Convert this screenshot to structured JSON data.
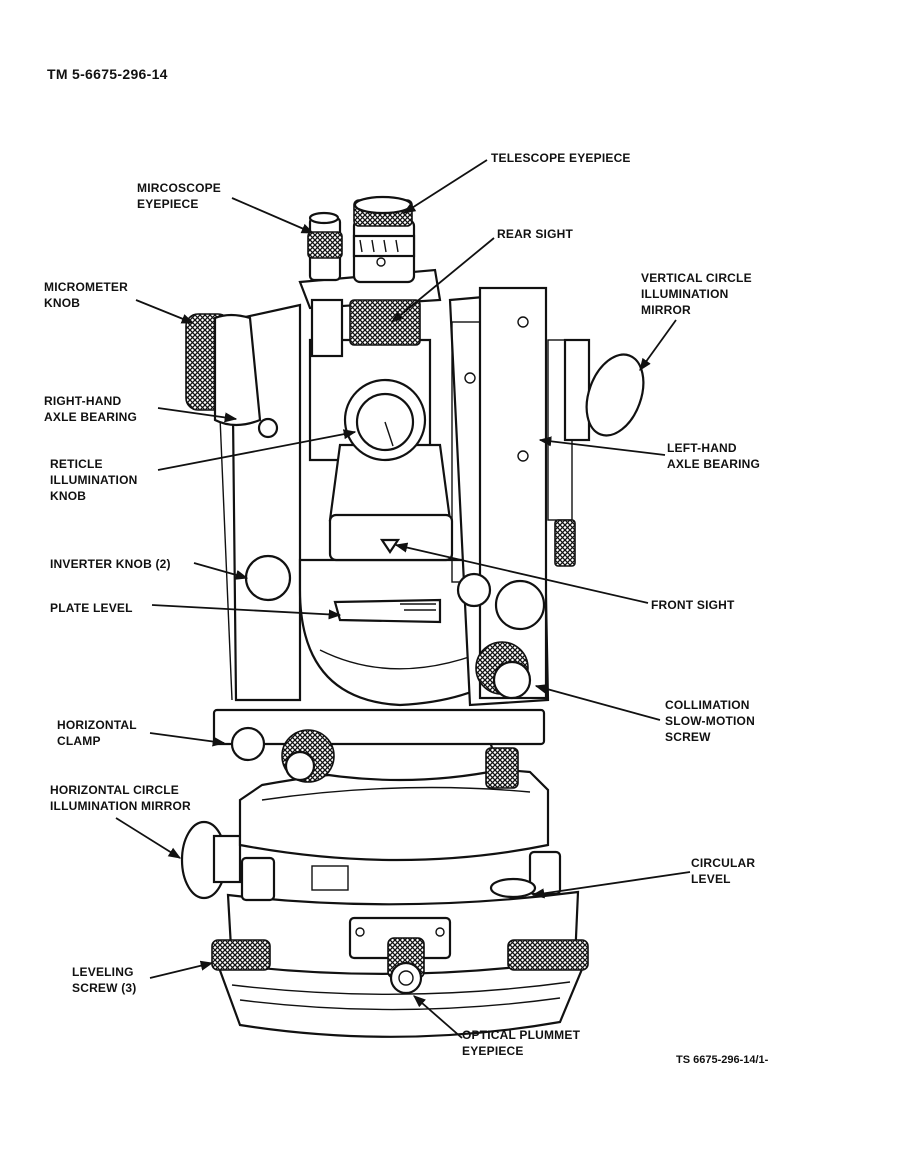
{
  "header": {
    "doc_id": "TM 5-6675-296-14"
  },
  "figure": {
    "id": "TS 6675-296-14/1-"
  },
  "callouts": [
    {
      "key": "telescope_eyepiece",
      "text": "TELESCOPE EYEPIECE"
    },
    {
      "key": "microscope_eyepiece",
      "text": "MIRCOSCOPE\nEYEPIECE"
    },
    {
      "key": "rear_sight",
      "text": "REAR SIGHT"
    },
    {
      "key": "micrometer_knob",
      "text": "MICROMETER\nKNOB"
    },
    {
      "key": "vertical_circle_mirror",
      "text": "VERTICAL CIRCLE\nILLUMINATION\nMIRROR"
    },
    {
      "key": "right_hand_axle",
      "text": "RIGHT-HAND\nAXLE BEARING"
    },
    {
      "key": "reticle_knob",
      "text": "RETICLE\nILLUMINATION\nKNOB"
    },
    {
      "key": "left_hand_axle",
      "text": "LEFT-HAND\nAXLE BEARING"
    },
    {
      "key": "inverter_knob",
      "text": "INVERTER KNOB (2)"
    },
    {
      "key": "plate_level",
      "text": "PLATE LEVEL"
    },
    {
      "key": "front_sight",
      "text": "FRONT SIGHT"
    },
    {
      "key": "collimation_screw",
      "text": "COLLIMATION\nSLOW-MOTION\nSCREW"
    },
    {
      "key": "horizontal_clamp",
      "text": "HORIZONTAL\nCLAMP"
    },
    {
      "key": "horizontal_circle_mirror",
      "text": "HORIZONTAL CIRCLE\nILLUMINATION MIRROR"
    },
    {
      "key": "circular_level",
      "text": "CIRCULAR\nLEVEL"
    },
    {
      "key": "leveling_screw",
      "text": "LEVELING\nSCREW (3)"
    },
    {
      "key": "optical_plummet",
      "text": "OPTICAL PLUMMET\nEYEPIECE"
    }
  ]
}
